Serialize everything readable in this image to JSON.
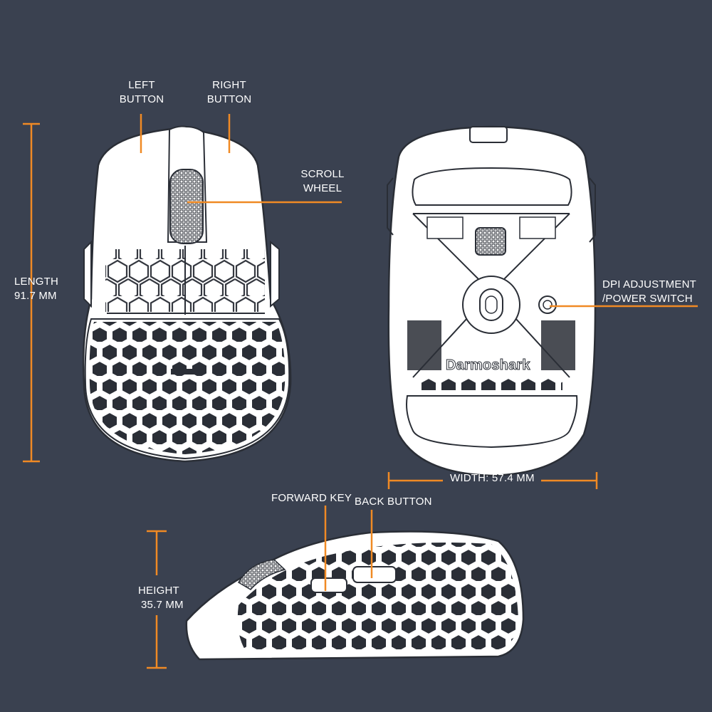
{
  "colors": {
    "background": "#3a4150",
    "accent": "#f08a24",
    "mouse_fill": "#ffffff",
    "mouse_outline": "#2a2e36"
  },
  "brand": "Darmoshark",
  "labels": {
    "left_button": [
      "LEFT",
      "BUTTON"
    ],
    "right_button": [
      "RIGHT",
      "BUTTON"
    ],
    "scroll_wheel": [
      "SCROLL",
      "WHEEL"
    ],
    "length": [
      "LENGTH",
      "91.7 MM"
    ],
    "dpi_switch": [
      "DPI ADJUSTMENT",
      "/POWER SWITCH"
    ],
    "width": "WIDTH: 57.4 MM",
    "forward_key": "FORWARD KEY",
    "back_button": "BACK BUTTON",
    "height": [
      "HEIGHT",
      "35.7 MM"
    ]
  },
  "icons": {
    "top_view": "mouse-top-view-icon",
    "bottom_view": "mouse-bottom-view-icon",
    "side_view": "mouse-side-view-icon"
  }
}
